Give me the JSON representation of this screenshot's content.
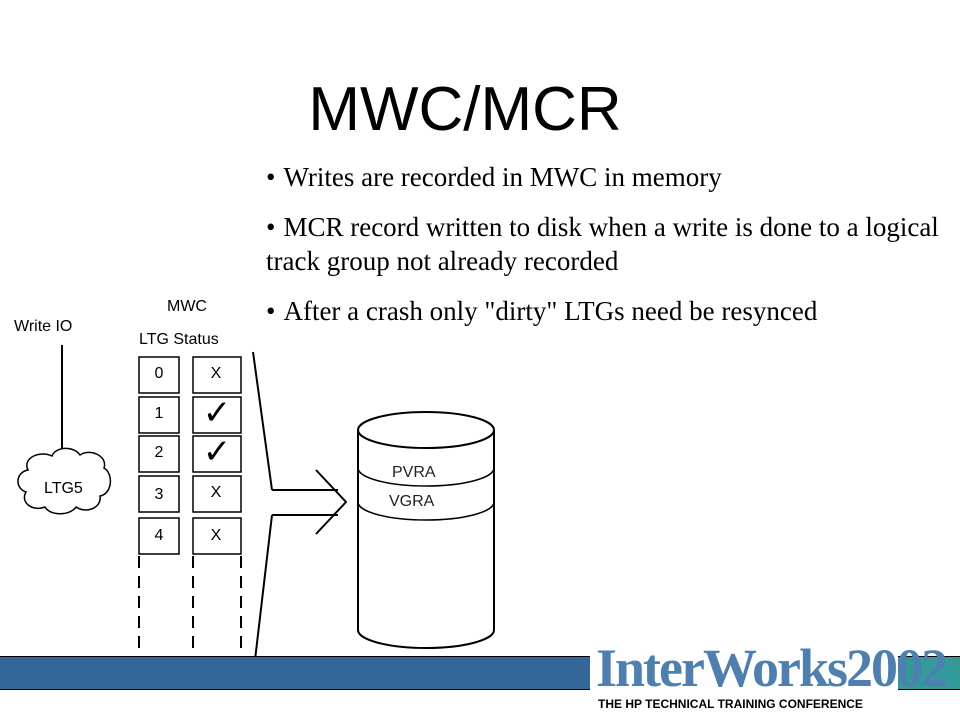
{
  "title": "MWC/MCR",
  "bullets": [
    "Writes are recorded in MWC in memory",
    "MCR record written to disk when a write is done to a logical track group not already recorded",
    "After a crash only \"dirty\" LTGs need be resynced"
  ],
  "diagram": {
    "write_io_label": "Write IO",
    "ltg_cloud_label": "LTG5",
    "mwc_label": "MWC",
    "table_header": "LTG Status",
    "rows": [
      {
        "ltg": "0",
        "status": "X"
      },
      {
        "ltg": "1",
        "status": "✓"
      },
      {
        "ltg": "2",
        "status": "✓"
      },
      {
        "ltg": "3",
        "status": "X"
      },
      {
        "ltg": "4",
        "status": "X"
      }
    ],
    "disk_areas": [
      "PVRA",
      "VGRA"
    ]
  },
  "footer": {
    "logo_text": "InterWorks2002",
    "logo_subtext": "THE HP TECHNICAL TRAINING CONFERENCE",
    "bar_color": "#336699",
    "accent_color": "#339999"
  }
}
